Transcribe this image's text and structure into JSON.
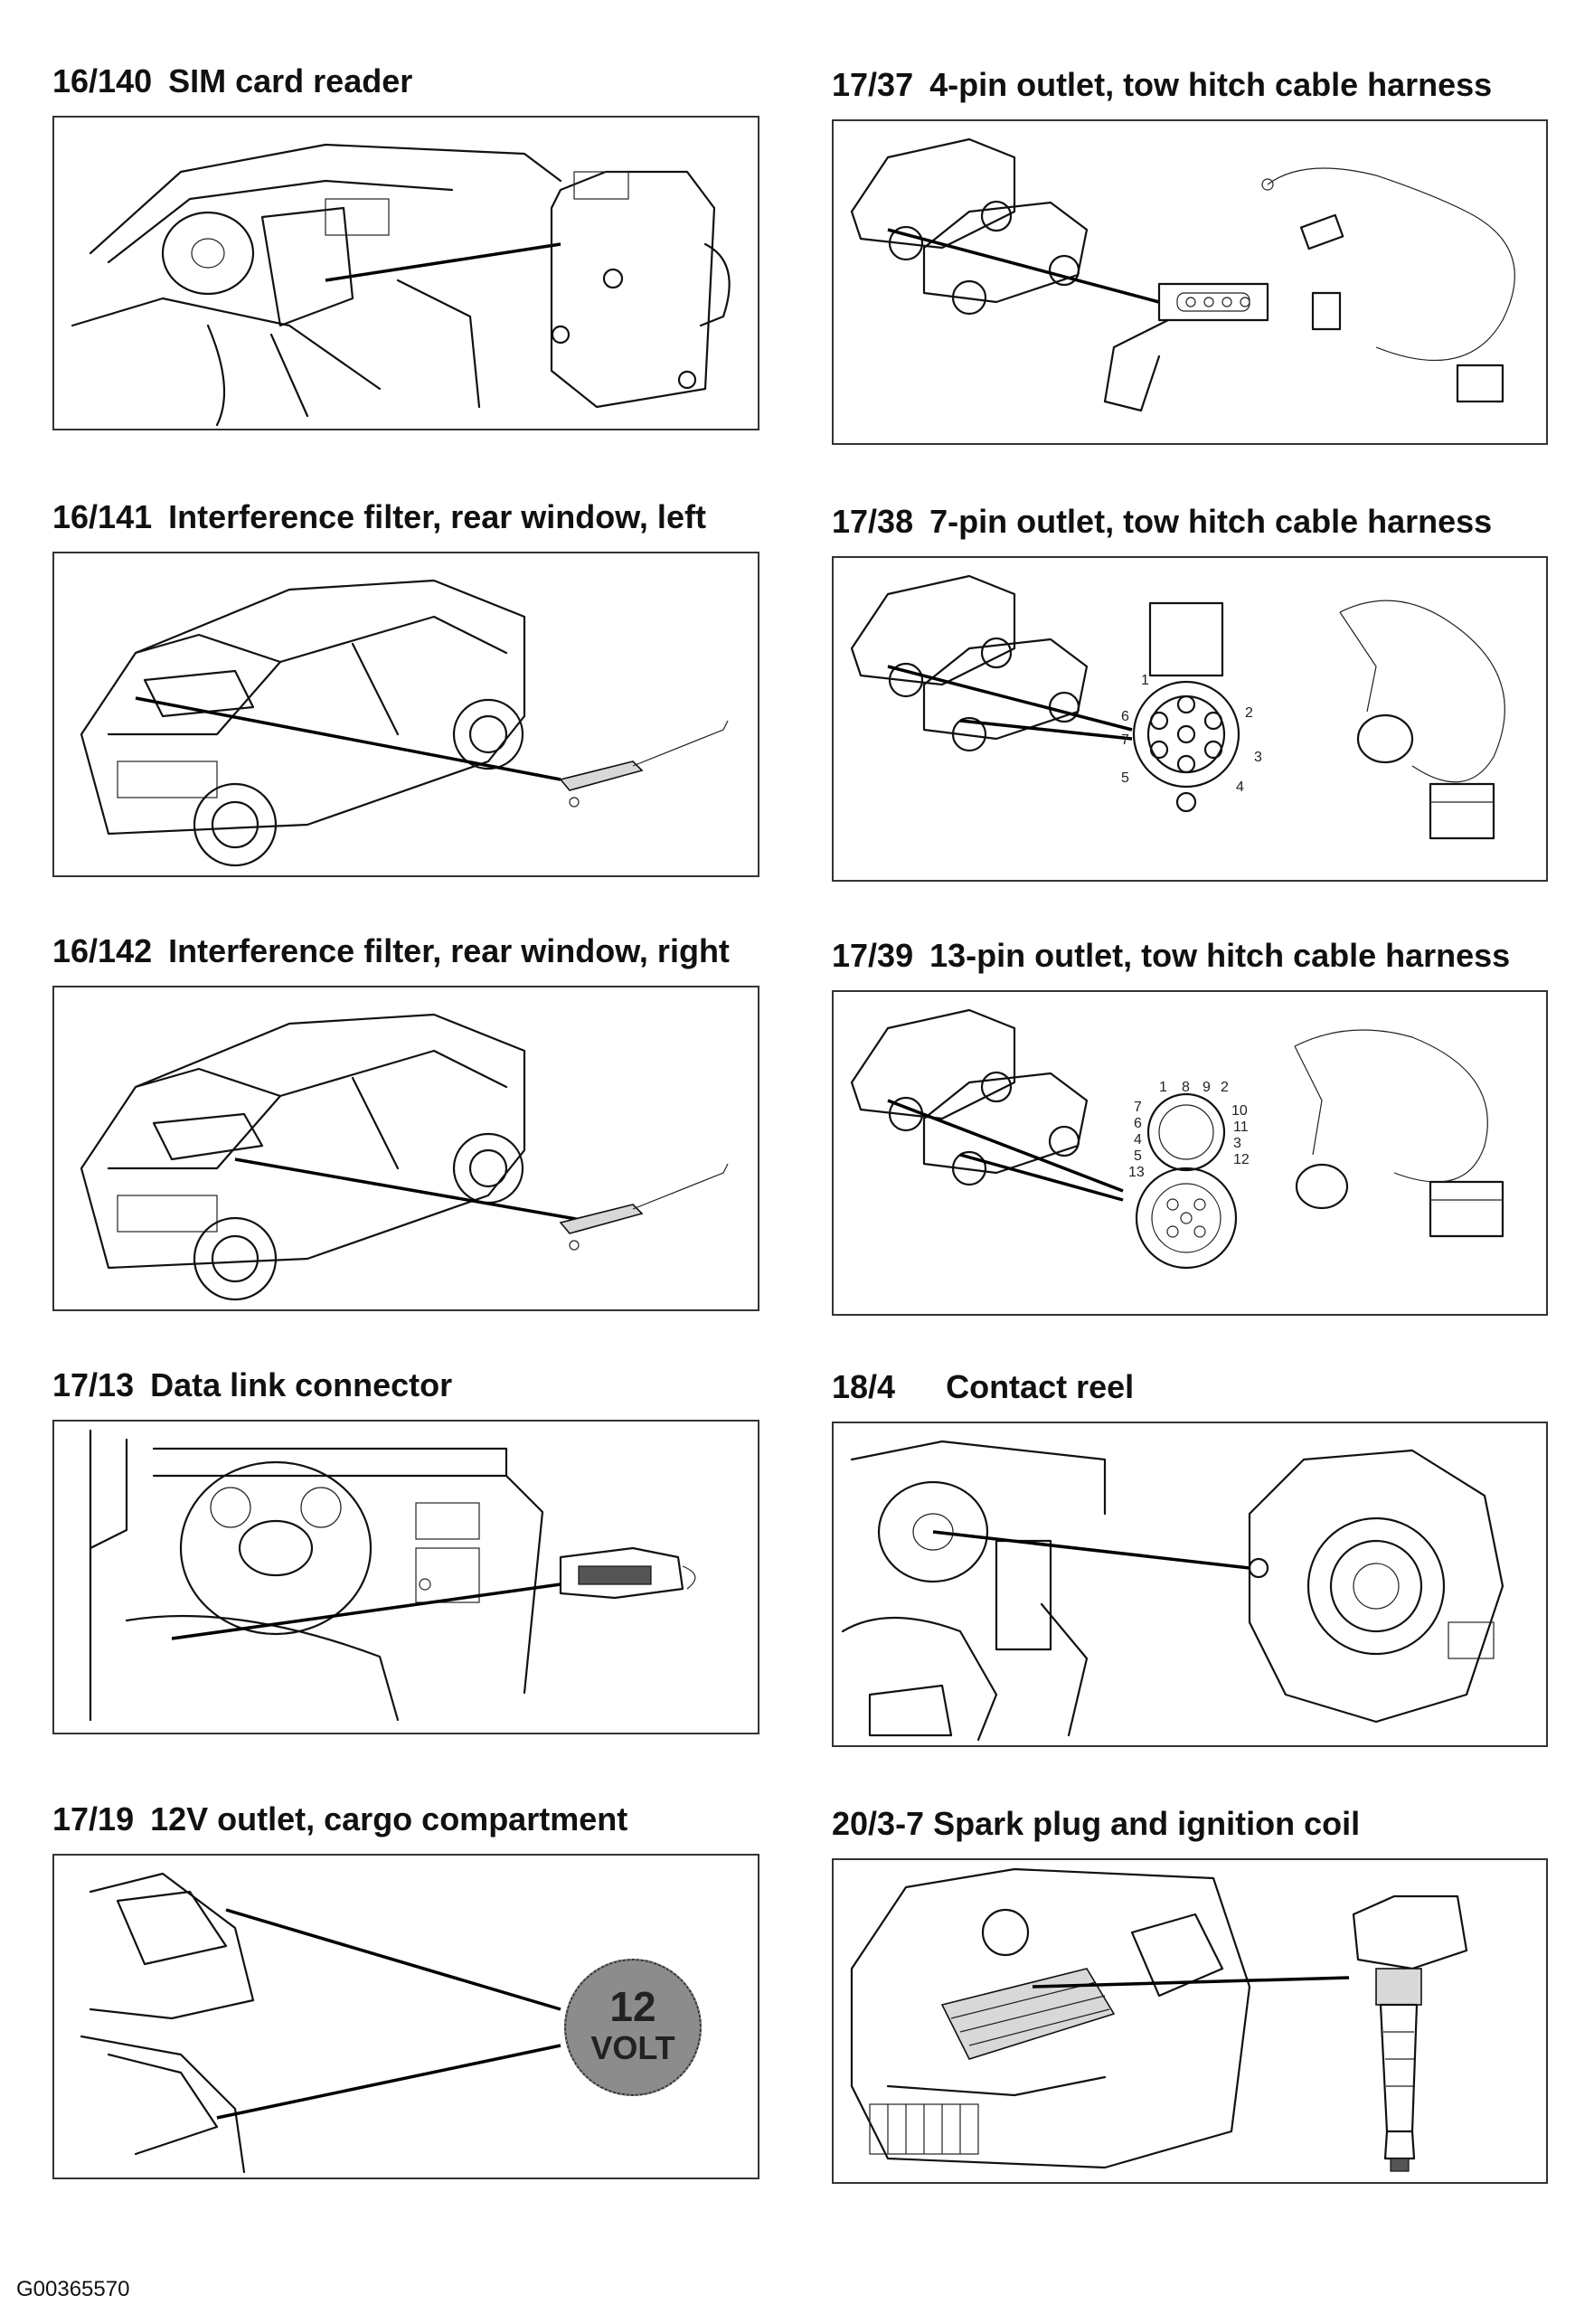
{
  "panels": [
    {
      "number": "16/140",
      "title": "SIM card reader"
    },
    {
      "number": "17/37",
      "title": "4-pin outlet, tow hitch cable harness"
    },
    {
      "number": "16/141",
      "title": "Interference filter, rear window, left"
    },
    {
      "number": "17/38",
      "title": "7-pin outlet, tow hitch cable harness"
    },
    {
      "number": "16/142",
      "title": "Interference filter, rear window, right"
    },
    {
      "number": "17/39",
      "title": "13-pin outlet, tow hitch cable harness"
    },
    {
      "number": "17/13",
      "title": "Data link connector"
    },
    {
      "number": "18/4",
      "title": "Contact reel"
    },
    {
      "number": "17/19",
      "title": "12V outlet, cargo compartment"
    },
    {
      "number": "20/3-7",
      "title": "Spark plug and ignition coil"
    }
  ],
  "pin_labels_7": [
    "1",
    "2",
    "3",
    "4",
    "5",
    "6",
    "7"
  ],
  "pin_labels_13": [
    "1",
    "8",
    "9",
    "2",
    "7",
    "10",
    "6",
    "11",
    "4",
    "3",
    "5",
    "12",
    "13"
  ],
  "badge": {
    "line1": "12",
    "line2": "VOLT"
  },
  "footer_code": "G00365570"
}
